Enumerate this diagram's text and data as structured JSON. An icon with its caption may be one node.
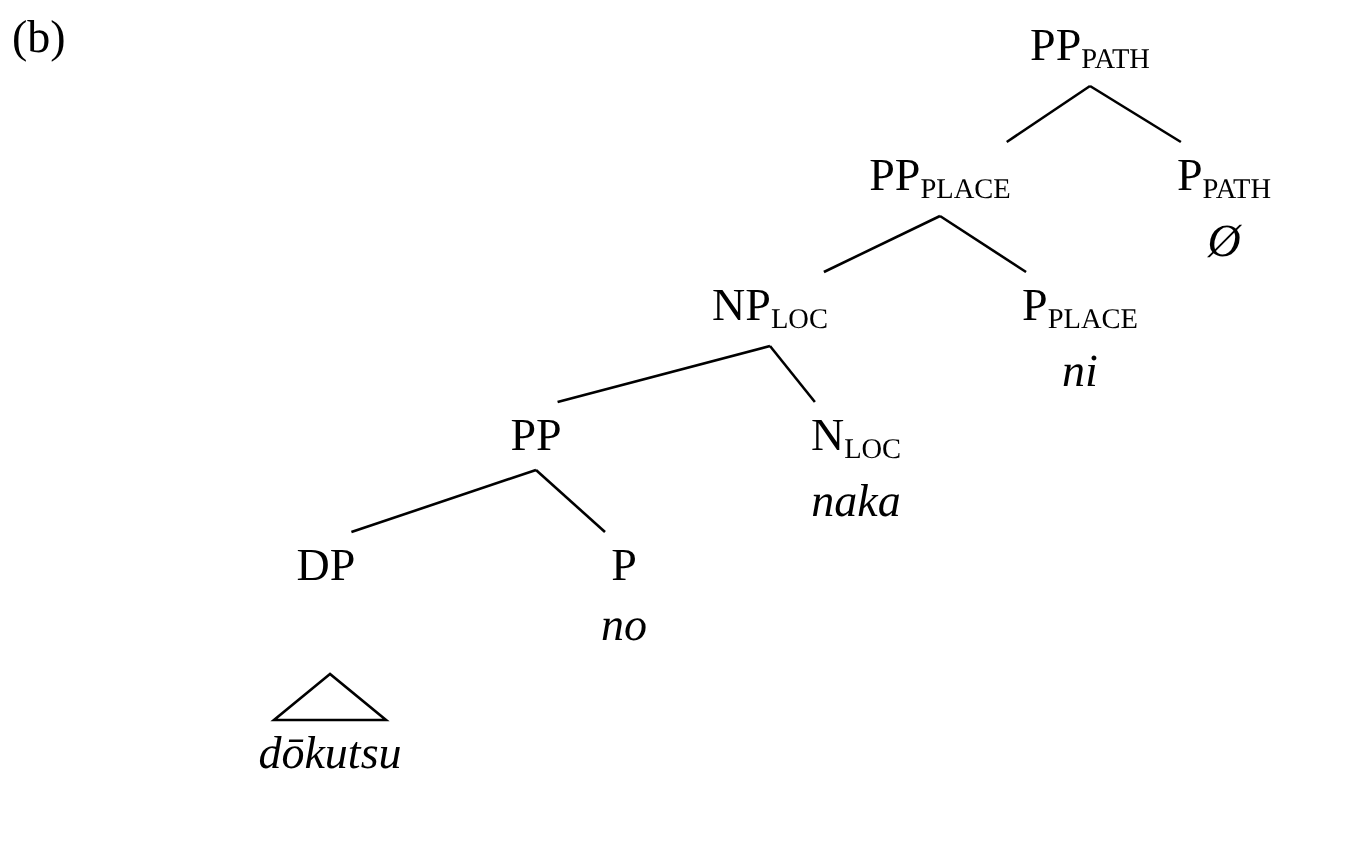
{
  "diagram": {
    "nodes": [
      {
        "text": [
          "PP$_{PATH}$"
        ]
      },
      {
        "text": [
          "PP$_{PLACE}$"
        ]
      },
      {
        "text": [
          "P$_{PATH}$",
          "Ø"
        ]
      },
      {
        "text": [
          "NP$_{LOC}$"
        ]
      },
      {
        "text": [
          "P$_{PLACE}$",
          "ni"
        ]
      },
      {
        "text": [
          "PP"
        ]
      },
      {
        "text": [
          "N$_{LOC}$",
          "naka"
        ]
      },
      {
        "text": [
          "DP"
        ]
      },
      {
        "text": [
          "P",
          "no"
        ]
      },
      {
        "text": [
          "dōkutsu"
        ]
      }
    ],
    "edges": [
      {
        "from": 0,
        "to": 1,
        "arrow": "none"
      },
      {
        "from": 0,
        "to": 2,
        "arrow": "none"
      },
      {
        "from": 1,
        "to": 3,
        "arrow": "none"
      },
      {
        "from": 1,
        "to": 4,
        "arrow": "none"
      },
      {
        "from": 3,
        "to": 5,
        "arrow": "none"
      },
      {
        "from": 3,
        "to": 6,
        "arrow": "none"
      },
      {
        "from": 5,
        "to": 7,
        "arrow": "none"
      },
      {
        "from": 5,
        "to": 8,
        "arrow": "none"
      }
    ],
    "labels": [
      "(b)"
    ]
  }
}
